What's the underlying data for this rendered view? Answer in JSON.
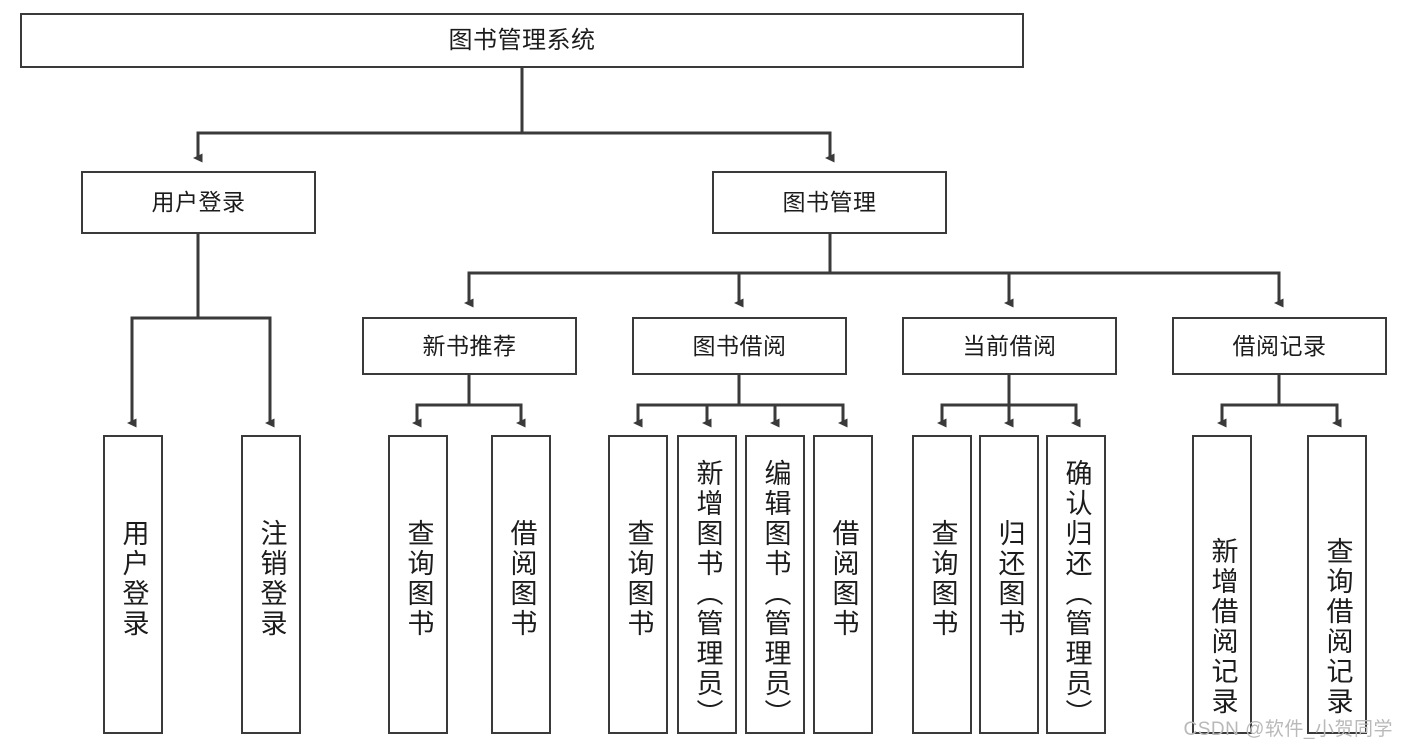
{
  "diagram": {
    "title": "图书管理系统",
    "type": "tree-hierarchy-chart",
    "watermark": "CSDN @软件_小贺同学",
    "colors": {
      "box_border": "#3a3a3a",
      "connector": "#3a3a3a",
      "text": "#1c1c1c",
      "background": "#ffffff",
      "watermark": "#b9b9b9"
    },
    "root": {
      "label": "图书管理系统"
    },
    "level2": [
      {
        "label": "用户登录"
      },
      {
        "label": "图书管理"
      }
    ],
    "level3": [
      {
        "label": "新书推荐"
      },
      {
        "label": "图书借阅"
      },
      {
        "label": "当前借阅"
      },
      {
        "label": "借阅记录"
      }
    ],
    "leaves": {
      "user_login": [
        {
          "label": "用户登录"
        },
        {
          "label": "注销登录"
        }
      ],
      "new_book_recommend": [
        {
          "label": "查询图书"
        },
        {
          "label": "借阅图书"
        }
      ],
      "book_borrow": [
        {
          "label": "查询图书"
        },
        {
          "label": "新增图书（管理员）"
        },
        {
          "label": "编辑图书（管理员）"
        },
        {
          "label": "借阅图书"
        }
      ],
      "current_borrow": [
        {
          "label": "查询图书"
        },
        {
          "label": "归还图书"
        },
        {
          "label": "确认归还（管理员）"
        }
      ],
      "borrow_record": [
        {
          "label": "新增借阅记录"
        },
        {
          "label": "查询借阅记录"
        }
      ]
    }
  }
}
